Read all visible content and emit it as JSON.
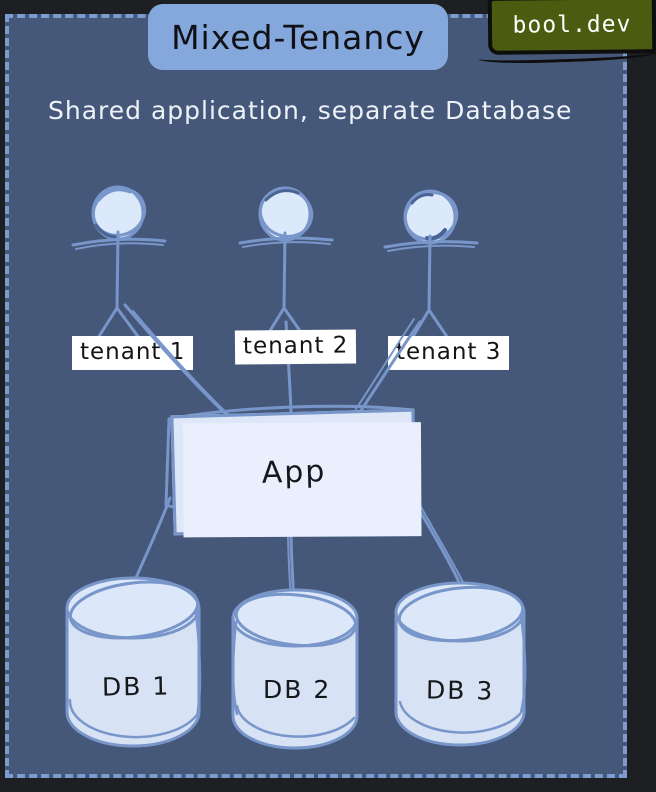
{
  "badge": {
    "label": "bool.dev"
  },
  "header": {
    "title": "Mixed-Tenancy",
    "subtitle": "Shared application, separate Database"
  },
  "tenants": [
    {
      "label": "tenant 1"
    },
    {
      "label": "tenant 2"
    },
    {
      "label": "tenant 3"
    }
  ],
  "app": {
    "label": "App"
  },
  "databases": [
    {
      "label": "DB 1"
    },
    {
      "label": "DB 2"
    },
    {
      "label": "DB 3"
    }
  ],
  "colors": {
    "outer_background": "#1e1f23",
    "panel_background": "#46587a",
    "dashed_border": "#7b9cce",
    "sketch_stroke": "#7896c9",
    "shape_fill": "#dbe7f8",
    "title_fill": "#84a7dc",
    "badge_fill": "#4b5b10",
    "label_background": "#ffffff"
  }
}
